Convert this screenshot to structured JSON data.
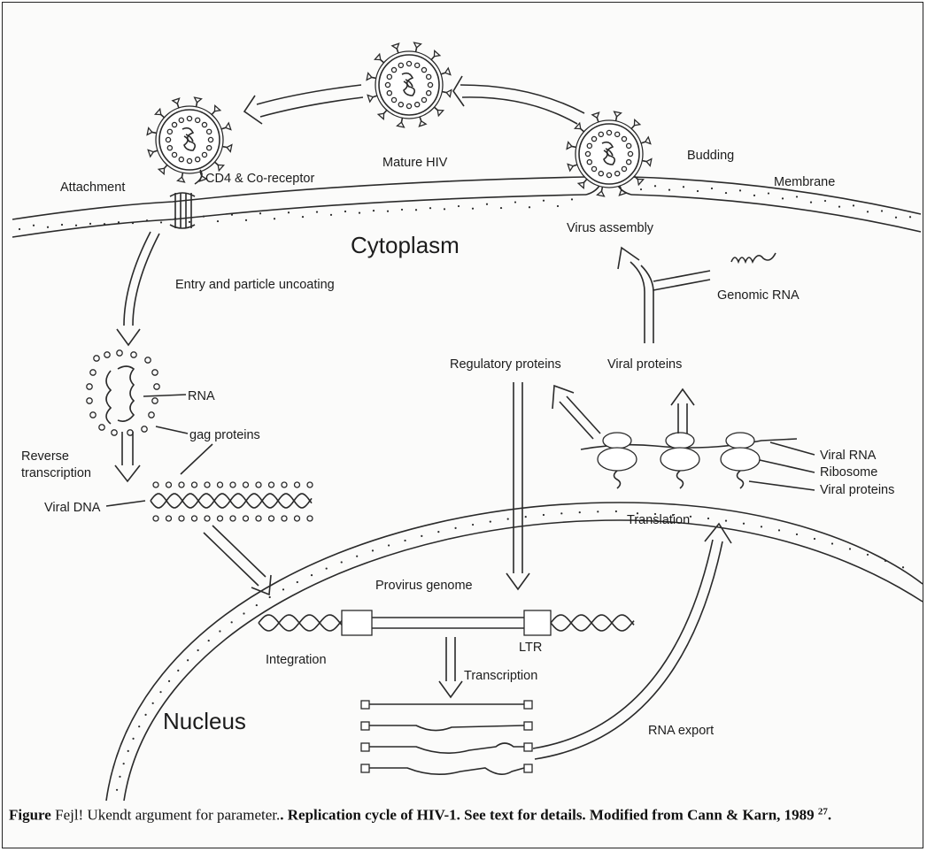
{
  "labels": {
    "attachment": "Attachment",
    "cd4": "CD4 & Co-receptor",
    "mature_hiv": "Mature HIV",
    "budding": "Budding",
    "membrane": "Membrane",
    "cytoplasm": "Cytoplasm",
    "virus_assembly": "Virus assembly",
    "genomic_rna": "Genomic RNA",
    "entry": "Entry and particle uncoating",
    "regulatory": "Regulatory proteins",
    "viral_proteins_top": "Viral proteins",
    "rna": "RNA",
    "gag": "gag proteins",
    "reverse": "Reverse",
    "transcription_rt": "transcription",
    "viral_dna": "Viral DNA",
    "viral_rna": "Viral RNA",
    "ribosome": "Ribosome",
    "viral_proteins_right": "Viral proteins",
    "translation": "Translation",
    "provirus": "Provirus genome",
    "ltr": "LTR",
    "integration": "Integration",
    "transcription": "Transcription",
    "nucleus": "Nucleus",
    "rna_export": "RNA export"
  },
  "caption": {
    "figure_word": "Figure",
    "error_text": " Fejl! Ukendt argument for parameter.",
    "bold_text": ". Replication cycle of HIV-1. See text for details. Modified from Cann & Karn, 1989 ",
    "ref": "27",
    "end": "."
  }
}
